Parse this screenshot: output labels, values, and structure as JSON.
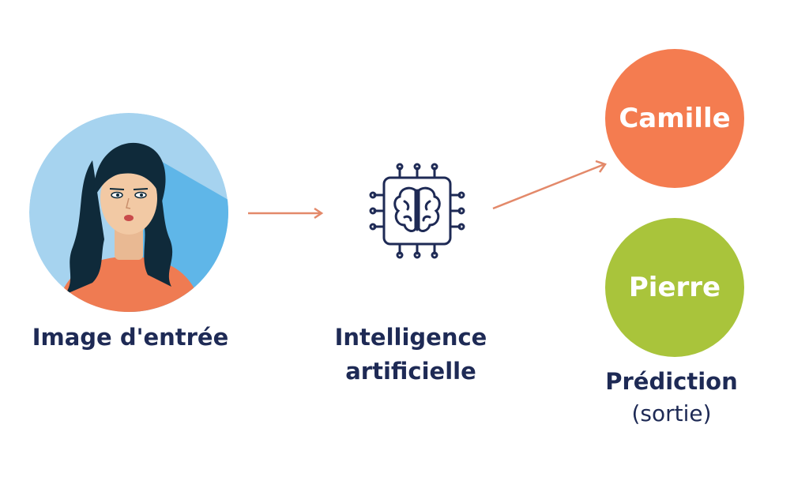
{
  "input": {
    "label": "Image d'entrée"
  },
  "ai": {
    "label_line1": "Intelligence",
    "label_line2": "artificielle"
  },
  "predictions": [
    {
      "name": "Camille",
      "color": "#f47c50"
    },
    {
      "name": "Pierre",
      "color": "#a9c43b"
    }
  ],
  "output": {
    "label": "Prédiction",
    "sublabel": "(sortie)"
  },
  "colors": {
    "text": "#1e2a55",
    "arrow": "#e3896a",
    "avatar_bg": "#a6d3ef",
    "avatar_shadow": "#5fb6e8",
    "hair": "#0f2a3a",
    "skin": "#f2c9a4",
    "shirt": "#ef7b52"
  },
  "icons": {
    "ai": "brain-chip-icon",
    "avatar": "woman-portrait-icon"
  }
}
